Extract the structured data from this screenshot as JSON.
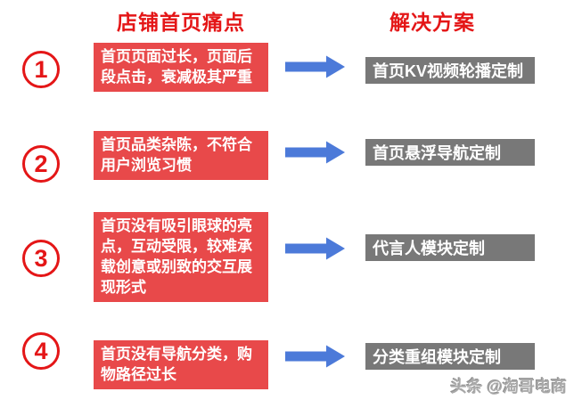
{
  "headers": {
    "pain": "店铺首页痛点",
    "solution": "解决方案"
  },
  "rows": [
    {
      "num": "1",
      "pain": "首页页面过长，页面后段点击，衰减极其严重",
      "solution": "首页KV视频轮播定制"
    },
    {
      "num": "2",
      "pain": "首页品类杂陈，不符合用户浏览习惯",
      "solution": "首页悬浮导航定制"
    },
    {
      "num": "3",
      "pain": "首页没有吸引眼球的亮点，互动受限，较难承载创意或别致的交互展现形式",
      "solution": "代言人模块定制"
    },
    {
      "num": "4",
      "pain": "首页没有导航分类，购物路径过长",
      "solution": "分类重组模块定制"
    }
  ],
  "watermark": "头条 @淘哥电商",
  "colors": {
    "header_red": "#e41617",
    "box_red": "#e8494a",
    "box_gray": "#787878",
    "arrow_blue": "#4c7ad9",
    "watermark_gray": "#a9a9a9"
  }
}
